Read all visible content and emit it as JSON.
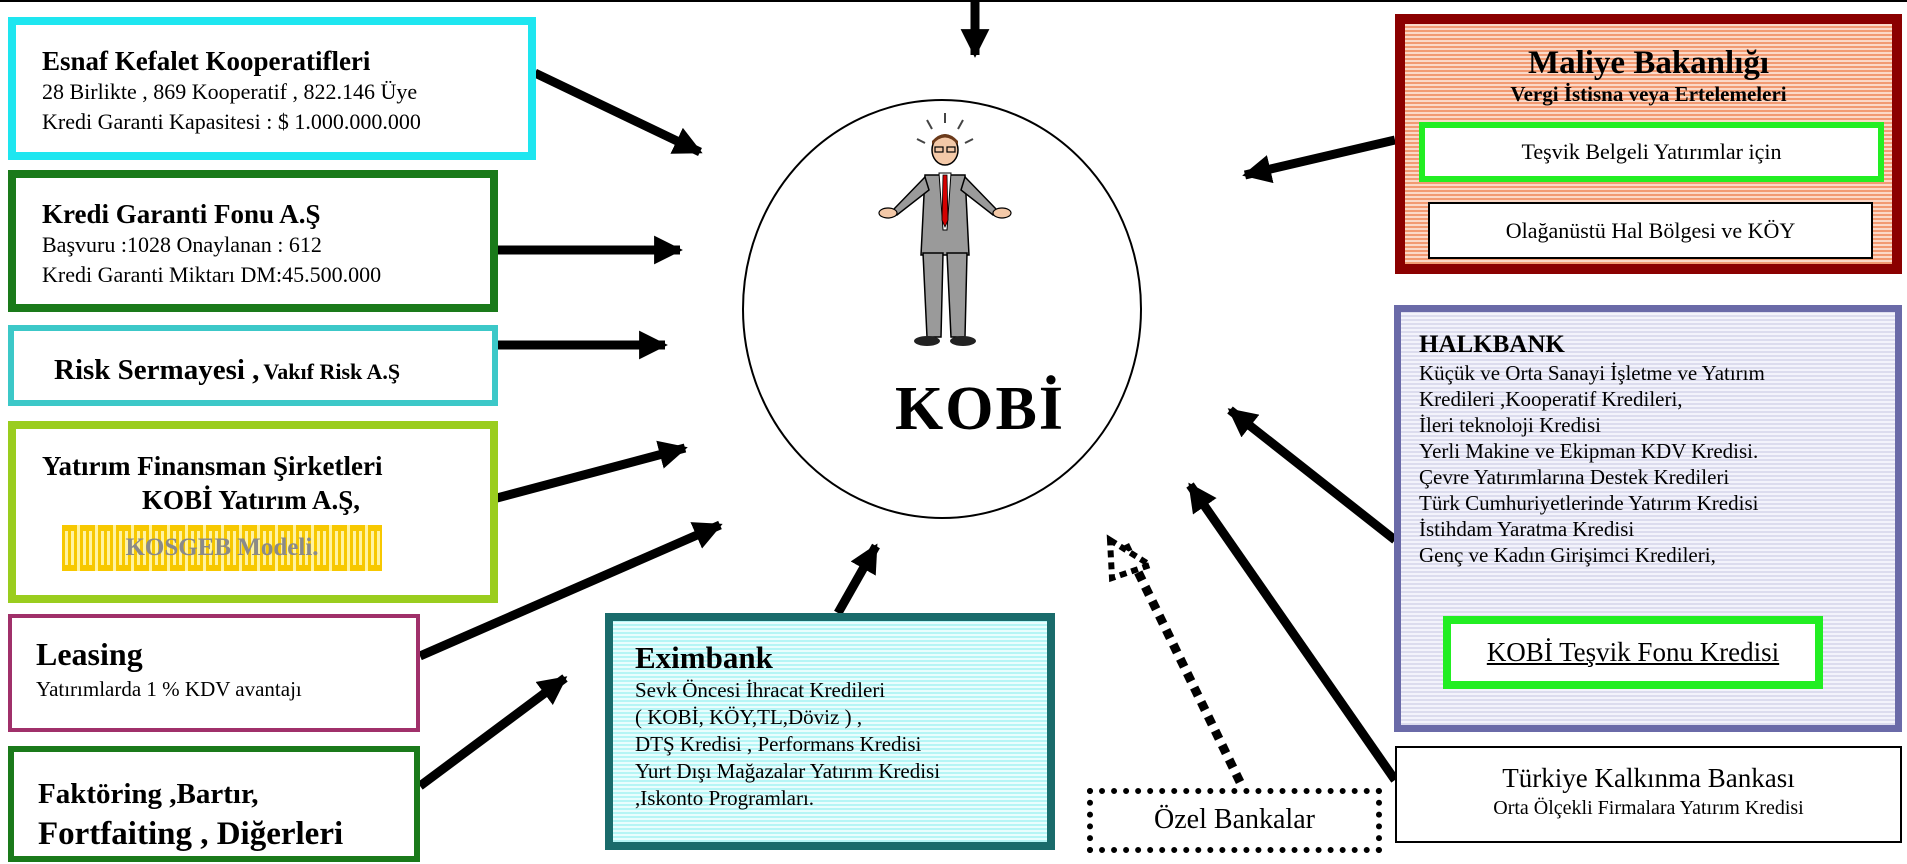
{
  "center": {
    "label": "KOBİ"
  },
  "esnaf": {
    "title": "Esnaf Kefalet  Kooperatifleri",
    "line1": "28 Birlikte , 869 Kooperatif , 822.146 Üye",
    "line2": "Kredi Garanti Kapasitesi : $ 1.000.000.000",
    "border": "#1ee6f0"
  },
  "kgf": {
    "title": "Kredi Garanti Fonu A.Ş",
    "line1": "Başvuru :1028 Onaylanan : 612",
    "line2": "Kredi Garanti Miktarı DM:45.500.000",
    "border": "#1a7a1a"
  },
  "risk": {
    "title": "Risk Sermayesi ,",
    "sub": "Vakıf Risk A.Ş",
    "border": "#3cc8c8"
  },
  "yatirim": {
    "title": "Yatırım Finansman Şirketleri",
    "line1": "KOBİ Yatırım A.Ş,",
    "badge": "KOSGEB Modeli.",
    "border": "#9acd1e"
  },
  "leasing": {
    "title": "Leasing",
    "line1": "Yatırımlarda 1 % KDV avantajı",
    "border": "#a0306a"
  },
  "faktoring": {
    "line1": "Faktöring ,Bartır,",
    "line2": "Fortfaiting , Diğerleri",
    "border": "#1a7a1a"
  },
  "eximbank": {
    "title": "Eximbank",
    "lines": [
      "Sevk Öncesi  İhracat Kredileri",
      "( KOBİ, KÖY,TL,Döviz ) ,",
      "DTŞ Kredisi , Performans Kredisi",
      "Yurt Dışı Mağazalar Yatırım Kredisi",
      ",Iskonto Programları."
    ],
    "border": "#1a6b6b"
  },
  "ozel": {
    "label": "Özel Bankalar"
  },
  "maliye": {
    "title": "Maliye Bakanlığı",
    "subtitle": "Vergi İstisna veya Ertelemeleri",
    "item1": "Teşvik Belgeli Yatırımlar için",
    "item2": "Olağanüstü Hal Bölgesi ve KÖY",
    "border": "#8b0000"
  },
  "halkbank": {
    "title": "HALKBANK",
    "lines": [
      "Küçük ve Orta Sanayi İşletme ve Yatırım",
      "Kredileri ,Kooperatif Kredileri,",
      "İleri teknoloji Kredisi",
      "Yerli Makine ve Ekipman KDV Kredisi.",
      "Çevre Yatırımlarına Destek Kredileri",
      "Türk Cumhuriyetlerinde Yatırım Kredisi",
      "İstihdam Yaratma Kredisi",
      "Genç ve Kadın Girişimci Kredileri,"
    ],
    "link": "KOBİ Teşvik Fonu Kredisi",
    "border": "#6a6aa8"
  },
  "tkb": {
    "title": "Türkiye Kalkınma Bankası",
    "line1": "Orta Ölçekli Firmalara Yatırım Kredisi"
  }
}
